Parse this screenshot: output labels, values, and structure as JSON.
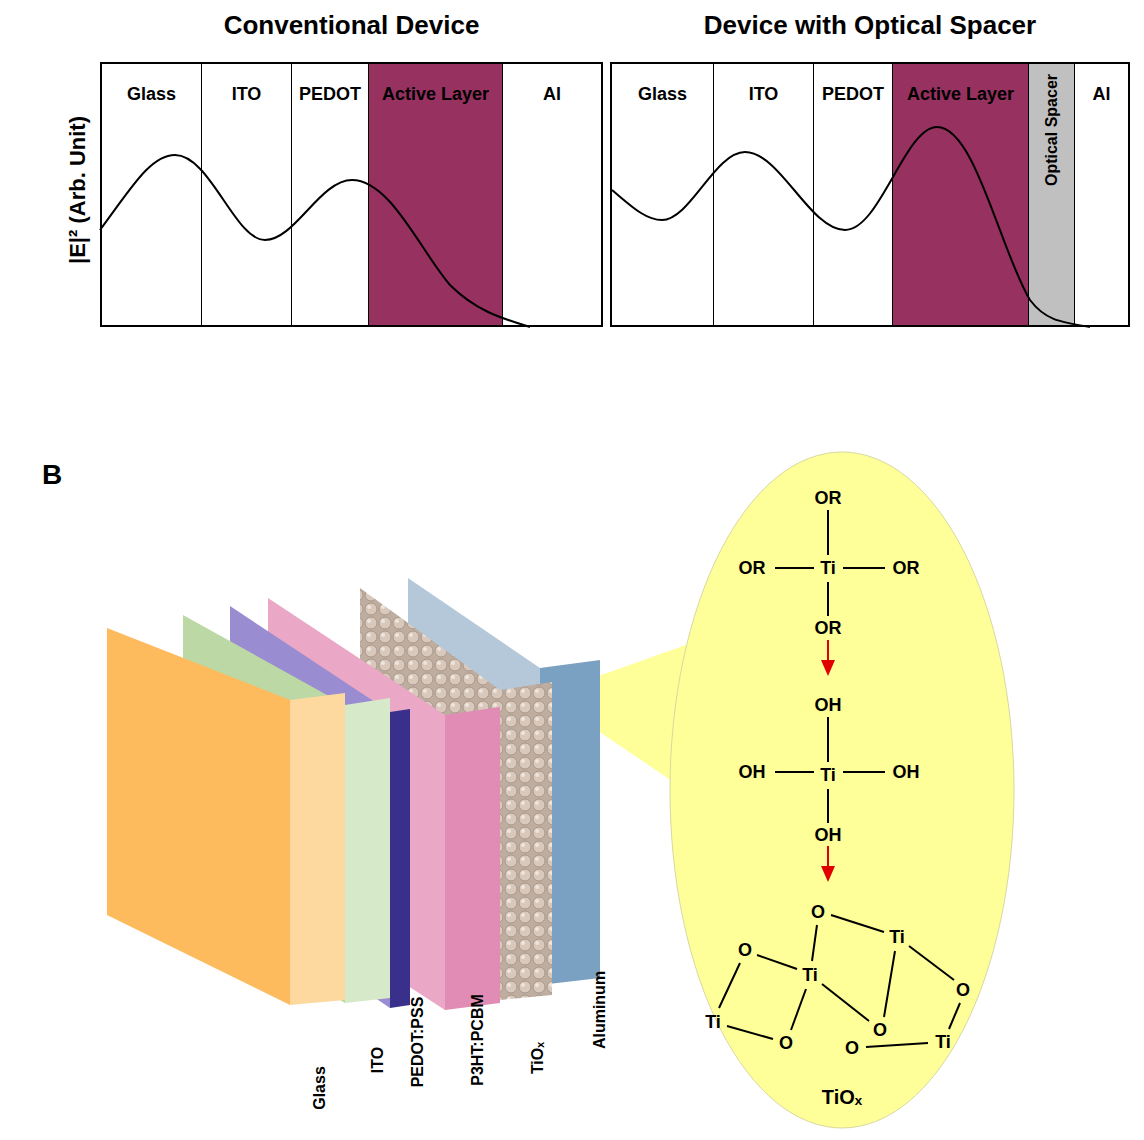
{
  "diagram": {
    "nodes": [
      {
        "text": [
          "Conventional Device"
        ]
      },
      {
        "text": [
          "Glass"
        ],
        "in": 0
      },
      {
        "text": [
          "ITO"
        ],
        "in": 0
      },
      {
        "text": [
          "PEDOT"
        ],
        "in": 0
      },
      {
        "text": [
          "Active Layer"
        ],
        "in": 0
      },
      {
        "text": [
          "Al"
        ],
        "in": 0
      },
      {
        "text": [
          "Device with Optical Spacer"
        ]
      },
      {
        "text": [
          "Glass"
        ],
        "in": 6
      },
      {
        "text": [
          "ITO"
        ],
        "in": 6
      },
      {
        "text": [
          "PEDOT"
        ],
        "in": 6
      },
      {
        "text": [
          "Active Layer"
        ],
        "in": 6
      },
      {
        "text": [
          "Optical Spacer"
        ],
        "in": 6
      },
      {
        "text": [
          "Al"
        ],
        "in": 6
      },
      {
        "text": [
          "TiOₓ"
        ]
      }
    ],
    "labels": [
      "|E|² (Arb. Unit)",
      "B",
      "Glass",
      "ITO",
      "PEDOT:PSS",
      "P3HT:PCBM",
      "TiOₓ",
      "Aluminum",
      "OR",
      "OR",
      "Ti",
      "OR",
      "OR",
      "OH",
      "OH",
      "Ti",
      "OH",
      "OH",
      "O",
      "Ti",
      "O",
      "Ti",
      "O",
      "O",
      "Ti",
      "O",
      "O",
      "Ti"
    ]
  }
}
